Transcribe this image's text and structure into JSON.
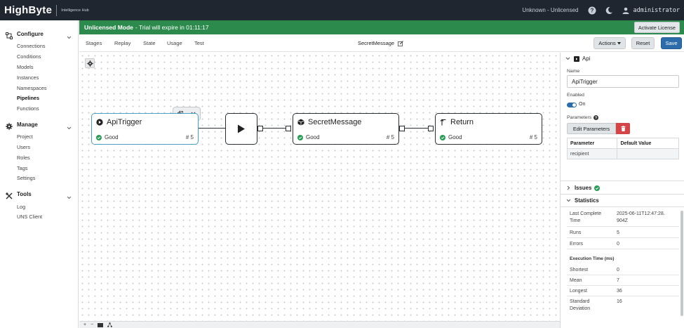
{
  "header": {
    "logo_text": "HighByte",
    "logo_sub": "Intelligence Hub",
    "license_status": "Unknown - Unlicensed",
    "user": "administrator"
  },
  "sidebar": {
    "configure": {
      "label": "Configure",
      "items": [
        "Connections",
        "Conditions",
        "Models",
        "Instances",
        "Namespaces",
        "Pipelines",
        "Functions"
      ]
    },
    "manage": {
      "label": "Manage",
      "items": [
        "Project",
        "Users",
        "Roles",
        "Tags",
        "Settings"
      ]
    },
    "tools": {
      "label": "Tools",
      "items": [
        "Log",
        "UNS Client"
      ]
    }
  },
  "banner": {
    "title": "Unlicensed Mode",
    "subtitle": "- Trial will expire in 01:11:17",
    "activate_label": "Activate License"
  },
  "toolbar": {
    "tabs": [
      "Stages",
      "Replay",
      "State",
      "Usage",
      "Test"
    ],
    "pipeline_name": "SecretMessage",
    "actions_label": "Actions",
    "reset_label": "Reset",
    "save_label": "Save"
  },
  "pipeline": {
    "nodes": [
      {
        "name": "ApiTrigger",
        "status": "Good",
        "count": "# 5"
      },
      {
        "name": "SecretMessage",
        "status": "Good",
        "count": "# 5"
      },
      {
        "name": "Return",
        "status": "Good",
        "count": "# 5"
      }
    ]
  },
  "bottom_bar": {
    "zoom_in": "+",
    "zoom_out": "−"
  },
  "panel": {
    "title": "Api",
    "name_label": "Name",
    "name_value": "ApiTrigger",
    "enabled_label": "Enabled",
    "enabled_value": "On",
    "parameters_label": "Parameters",
    "edit_parameters_label": "Edit Parameters",
    "param_table": {
      "headers": [
        "Parameter",
        "Default Value"
      ],
      "rows": [
        [
          "recipient",
          ""
        ]
      ]
    },
    "issues_label": "Issues",
    "statistics_label": "Statistics",
    "stats": {
      "last_complete_key": "Last Complete Time",
      "last_complete_val": "2025-06-11T12:47:28.904Z",
      "runs_key": "Runs",
      "runs_val": "5",
      "errors_key": "Errors",
      "errors_val": "0",
      "exec_heading": "Execution Time (ms)",
      "shortest_key": "Shortest",
      "shortest_val": "0",
      "mean_key": "Mean",
      "mean_val": "7",
      "longest_key": "Longest",
      "longest_val": "36",
      "std_key": "Standard Deviation",
      "std_val": "16"
    }
  },
  "colors": {
    "banner_green": "#2c8a4c",
    "save_blue": "#2d6cab",
    "selected_border": "#4ba0c8",
    "good_green": "#2a9d57",
    "delete_red": "#d64545"
  }
}
